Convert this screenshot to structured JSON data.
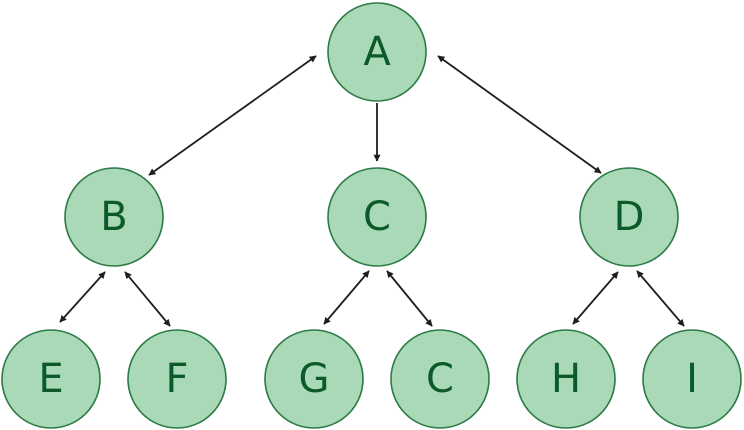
{
  "diagram": {
    "type": "tree",
    "colors": {
      "node_fill": "#a9d9b6",
      "node_stroke": "#2c7a46",
      "label": "#0c5a2a",
      "edge": "#1e1e1e"
    },
    "nodes": [
      {
        "id": "a",
        "label": "A"
      },
      {
        "id": "b",
        "label": "B"
      },
      {
        "id": "c",
        "label": "C"
      },
      {
        "id": "d",
        "label": "D"
      },
      {
        "id": "e",
        "label": "E"
      },
      {
        "id": "f",
        "label": "F"
      },
      {
        "id": "g",
        "label": "G"
      },
      {
        "id": "c2",
        "label": "C"
      },
      {
        "id": "h",
        "label": "H"
      },
      {
        "id": "i",
        "label": "I"
      }
    ],
    "edges": [
      {
        "from": "a",
        "to": "b",
        "direction": "both"
      },
      {
        "from": "a",
        "to": "c",
        "direction": "forward"
      },
      {
        "from": "a",
        "to": "d",
        "direction": "both"
      },
      {
        "from": "b",
        "to": "e",
        "direction": "both"
      },
      {
        "from": "b",
        "to": "f",
        "direction": "both"
      },
      {
        "from": "c",
        "to": "g",
        "direction": "both"
      },
      {
        "from": "c",
        "to": "c2",
        "direction": "both"
      },
      {
        "from": "d",
        "to": "h",
        "direction": "both"
      },
      {
        "from": "d",
        "to": "i",
        "direction": "both"
      }
    ]
  }
}
